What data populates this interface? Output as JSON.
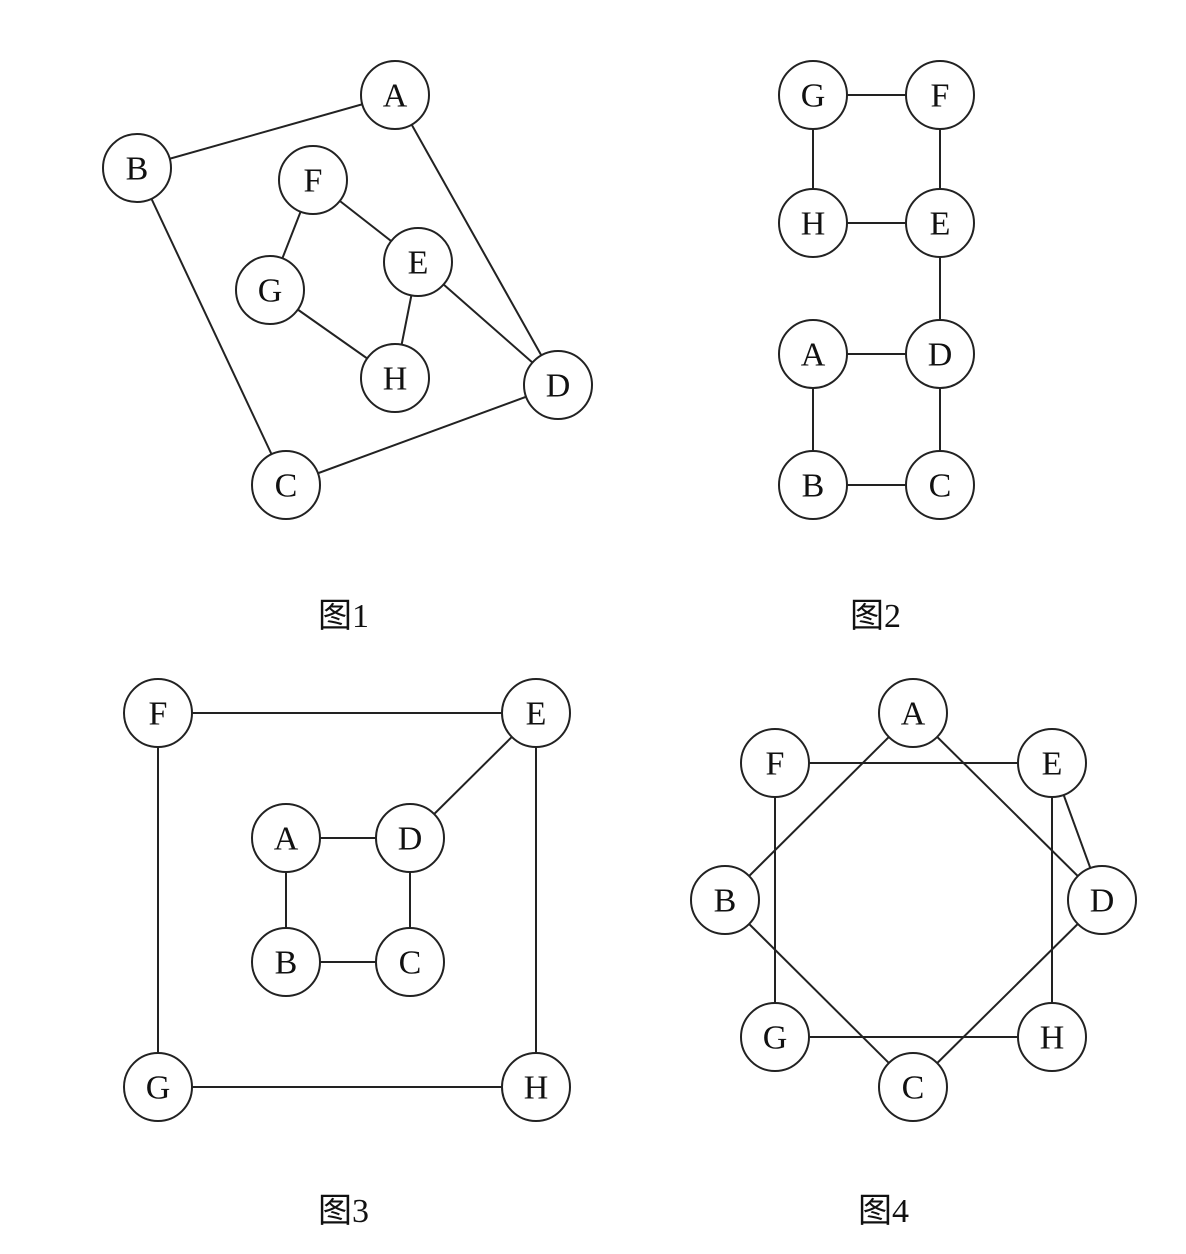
{
  "figures": [
    {
      "caption": "图1",
      "nodes": [
        {
          "id": "A",
          "label": "A"
        },
        {
          "id": "B",
          "label": "B"
        },
        {
          "id": "F",
          "label": "F"
        },
        {
          "id": "E",
          "label": "E"
        },
        {
          "id": "G",
          "label": "G"
        },
        {
          "id": "H",
          "label": "H"
        },
        {
          "id": "D",
          "label": "D"
        },
        {
          "id": "C",
          "label": "C"
        }
      ],
      "edges": [
        [
          "B",
          "A"
        ],
        [
          "A",
          "D"
        ],
        [
          "B",
          "C"
        ],
        [
          "C",
          "D"
        ],
        [
          "F",
          "G"
        ],
        [
          "F",
          "E"
        ],
        [
          "G",
          "H"
        ],
        [
          "E",
          "H"
        ],
        [
          "E",
          "D"
        ]
      ]
    },
    {
      "caption": "图2",
      "nodes": [
        {
          "id": "G",
          "label": "G"
        },
        {
          "id": "F",
          "label": "F"
        },
        {
          "id": "H",
          "label": "H"
        },
        {
          "id": "E",
          "label": "E"
        },
        {
          "id": "A",
          "label": "A"
        },
        {
          "id": "D",
          "label": "D"
        },
        {
          "id": "B",
          "label": "B"
        },
        {
          "id": "C",
          "label": "C"
        }
      ],
      "edges": [
        [
          "G",
          "F"
        ],
        [
          "G",
          "H"
        ],
        [
          "F",
          "E"
        ],
        [
          "H",
          "E"
        ],
        [
          "E",
          "D"
        ],
        [
          "A",
          "D"
        ],
        [
          "A",
          "B"
        ],
        [
          "D",
          "C"
        ],
        [
          "B",
          "C"
        ]
      ]
    },
    {
      "caption": "图3",
      "nodes": [
        {
          "id": "F",
          "label": "F"
        },
        {
          "id": "E",
          "label": "E"
        },
        {
          "id": "A",
          "label": "A"
        },
        {
          "id": "D",
          "label": "D"
        },
        {
          "id": "B",
          "label": "B"
        },
        {
          "id": "C",
          "label": "C"
        },
        {
          "id": "G",
          "label": "G"
        },
        {
          "id": "H",
          "label": "H"
        }
      ],
      "edges": [
        [
          "F",
          "E"
        ],
        [
          "F",
          "G"
        ],
        [
          "E",
          "H"
        ],
        [
          "G",
          "H"
        ],
        [
          "E",
          "D"
        ],
        [
          "A",
          "D"
        ],
        [
          "A",
          "B"
        ],
        [
          "D",
          "C"
        ],
        [
          "B",
          "C"
        ]
      ]
    },
    {
      "caption": "图4",
      "nodes": [
        {
          "id": "A",
          "label": "A"
        },
        {
          "id": "F",
          "label": "F"
        },
        {
          "id": "E",
          "label": "E"
        },
        {
          "id": "B",
          "label": "B"
        },
        {
          "id": "D",
          "label": "D"
        },
        {
          "id": "G",
          "label": "G"
        },
        {
          "id": "H",
          "label": "H"
        },
        {
          "id": "C",
          "label": "C"
        }
      ],
      "edges": [
        [
          "A",
          "B"
        ],
        [
          "A",
          "D"
        ],
        [
          "F",
          "E"
        ],
        [
          "F",
          "G"
        ],
        [
          "E",
          "D"
        ],
        [
          "E",
          "H"
        ],
        [
          "B",
          "C"
        ],
        [
          "D",
          "C"
        ],
        [
          "G",
          "H"
        ]
      ]
    }
  ]
}
